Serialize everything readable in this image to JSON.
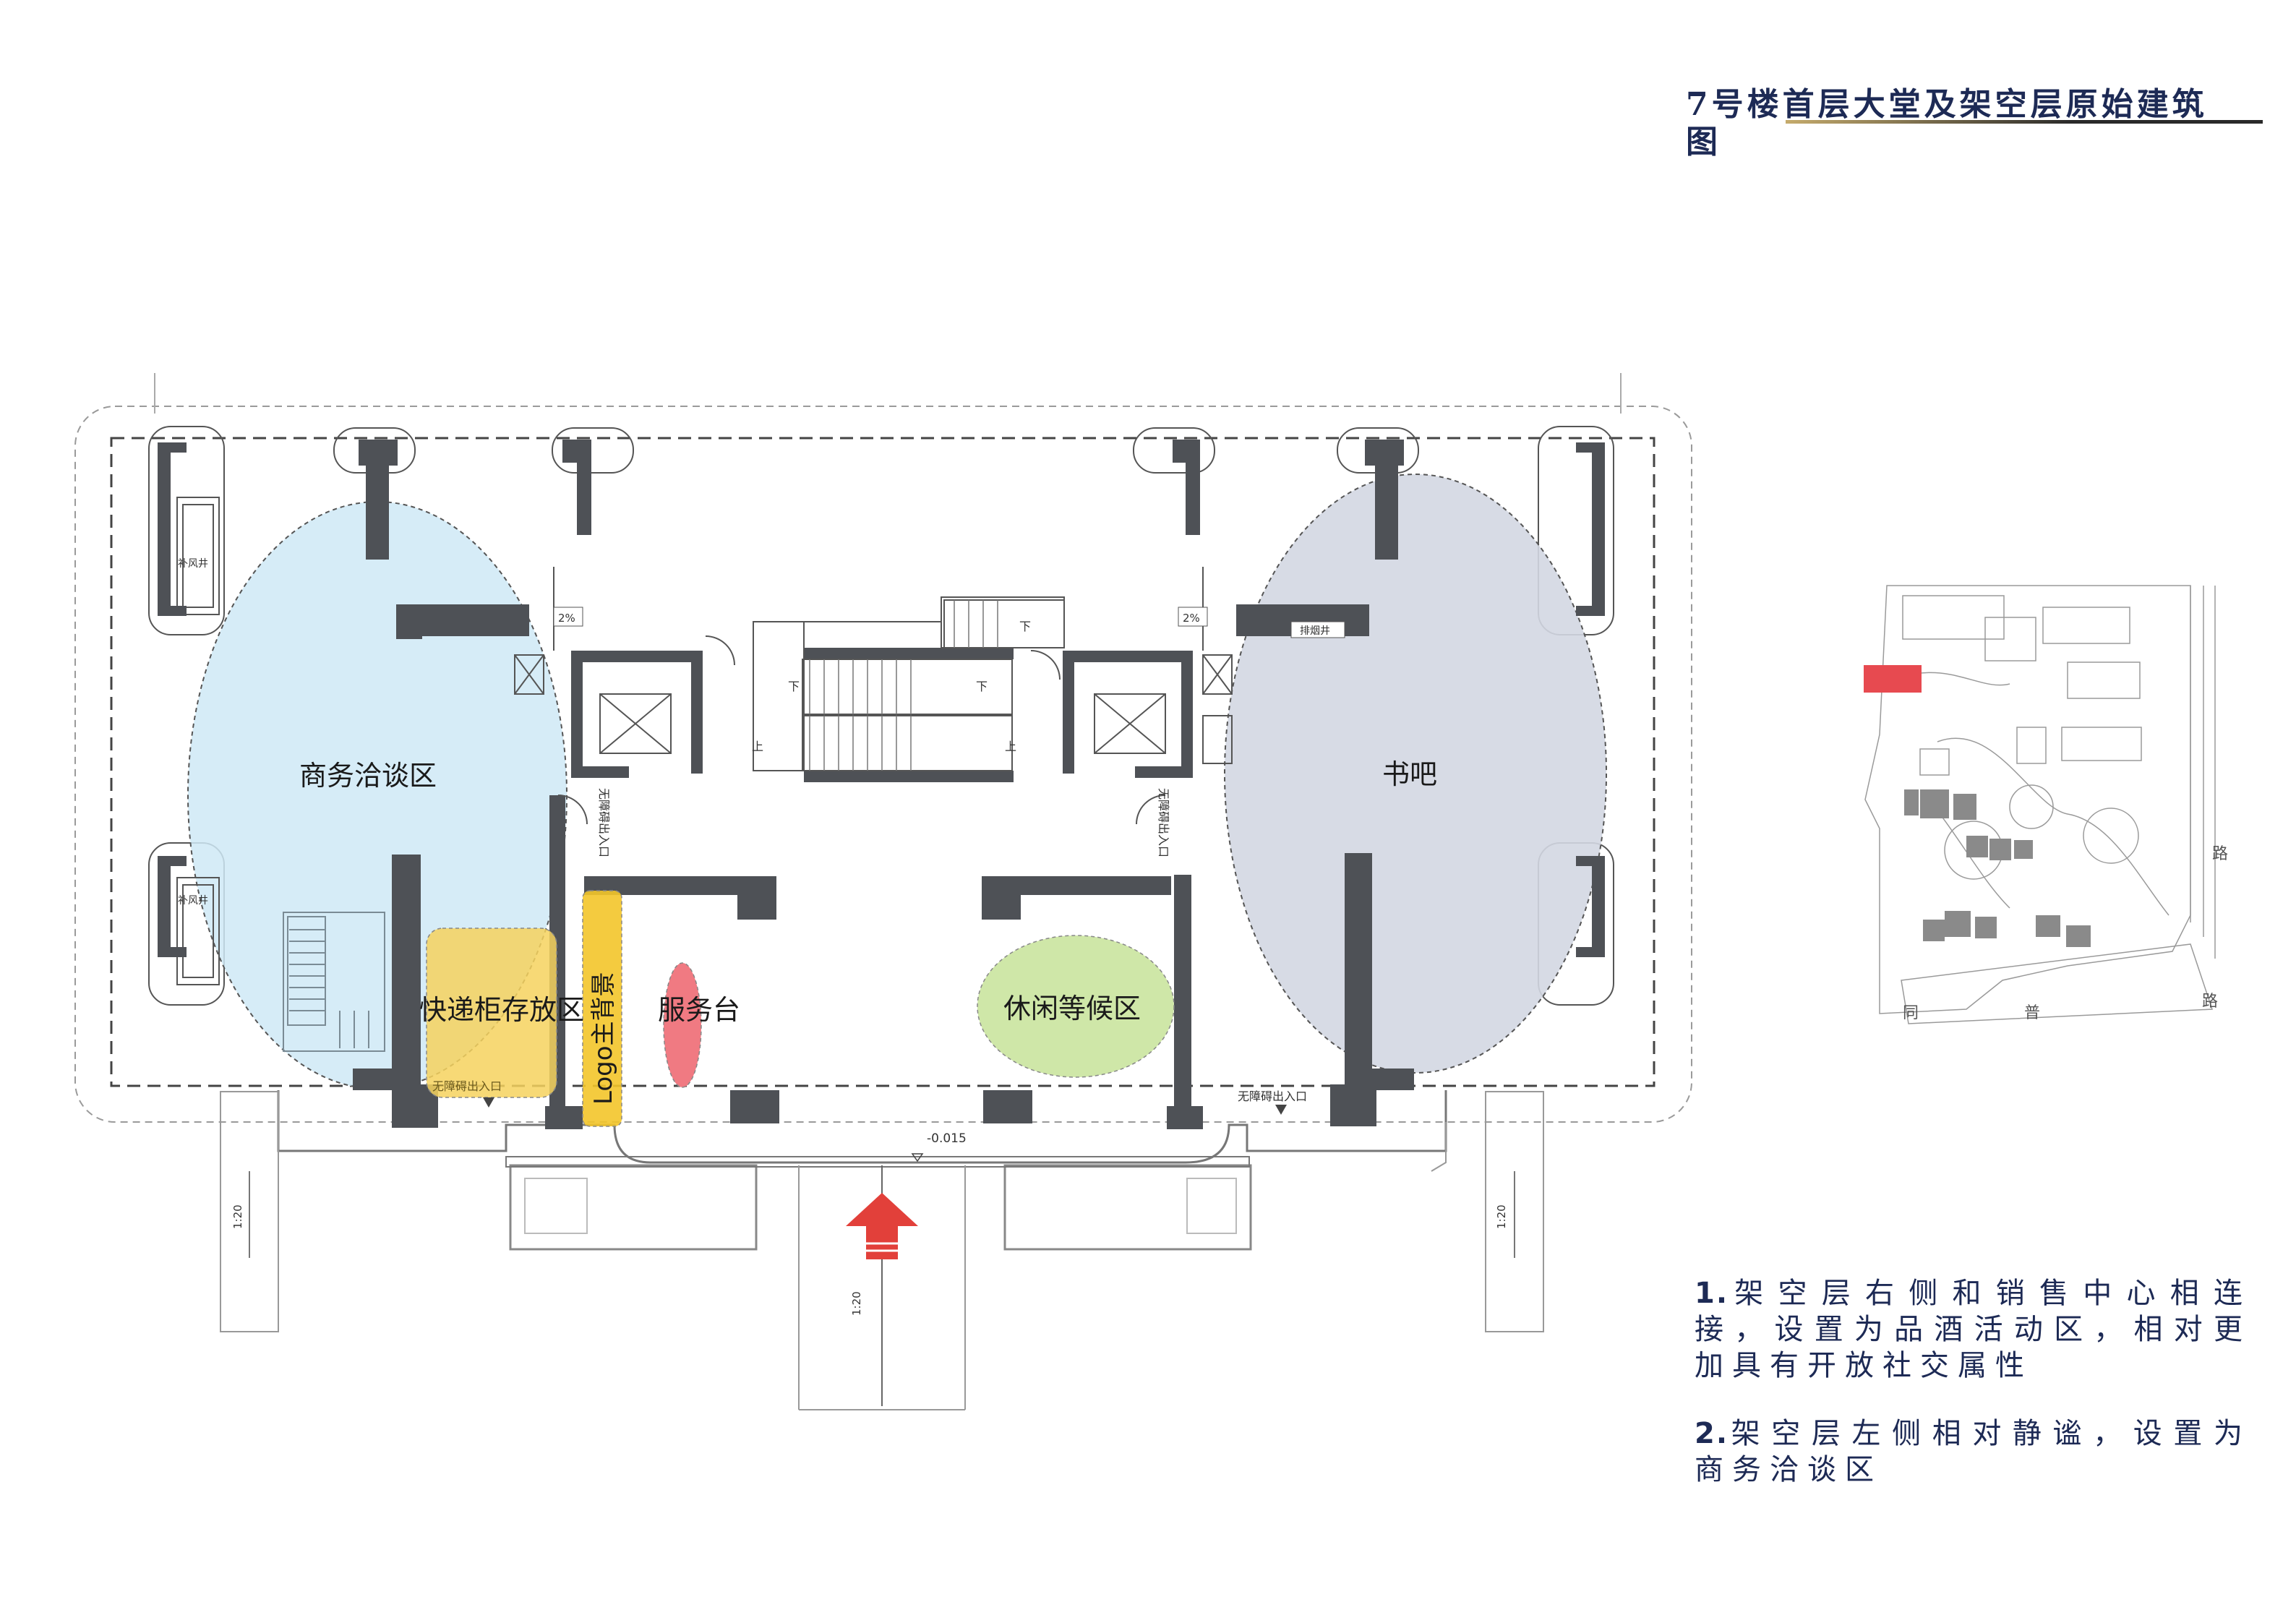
{
  "title": {
    "line1": "7号楼首层大堂及架空层原始建筑",
    "line2": "图"
  },
  "notes": [
    {
      "num": "1.",
      "text": "架空层右侧和销售中心相连接，设置为品酒活动区，相对更加具有开放社交属性"
    },
    {
      "num": "2.",
      "text": "架空层左侧相对静谧，设置为商务洽谈区"
    }
  ],
  "zones": {
    "business": "商务洽谈区",
    "book_bar": "书吧",
    "parcel": "快递柜存放区",
    "logo_wall": "Logo主背景",
    "service": "服务台",
    "lounge": "休闲等候区"
  },
  "plan_labels": {
    "accessible_entry": "无障碍出入口",
    "slope": "2%",
    "elevation": "-0.015",
    "ramp_ratio": "1:20",
    "down": "下",
    "up": "上",
    "air_shaft": "补风井",
    "smoke_shaft": "排烟井"
  },
  "site_map_labels": {
    "road_right": "路",
    "road_bottom_1": "同",
    "road_bottom_2": "普"
  },
  "colors": {
    "business_zone": "#cfe9f6",
    "book_bar_zone": "#d3d7e2",
    "parcel_zone": "#f6d25e",
    "logo_zone": "#f3c52a",
    "service_zone": "#f07a82",
    "lounge_zone": "#cfe7a8",
    "column": "#4e5156",
    "wall": "#58595b",
    "entrance_arrow": "#e2403a",
    "title": "#1d2a55"
  }
}
